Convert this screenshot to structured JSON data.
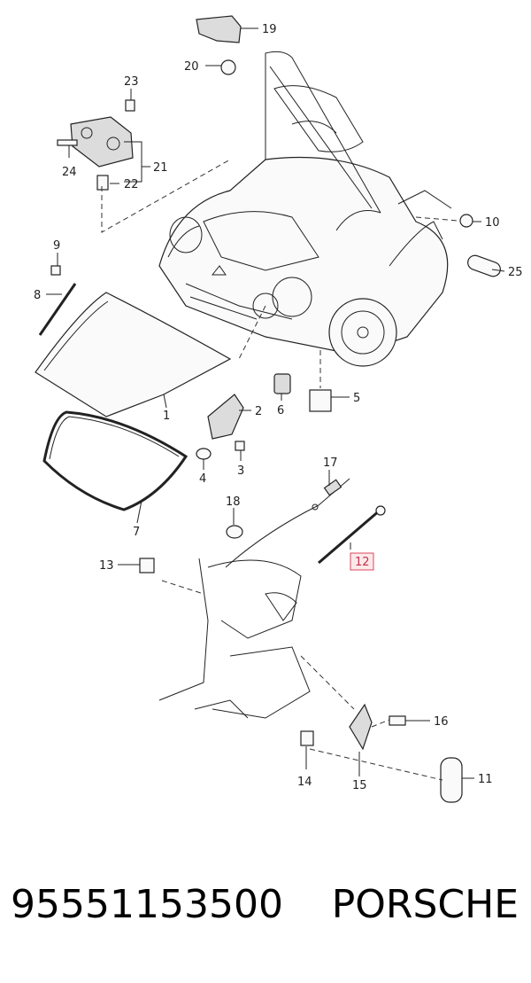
{
  "callouts": [
    "1",
    "2",
    "3",
    "4",
    "5",
    "6",
    "7",
    "8",
    "9",
    "10",
    "11",
    "12",
    "13",
    "14",
    "15",
    "16",
    "17",
    "18",
    "19",
    "20",
    "21",
    "22",
    "23",
    "24",
    "25"
  ],
  "highlighted": "12",
  "footer": {
    "part_number": "95551153500",
    "brand": "PORSCHE"
  }
}
